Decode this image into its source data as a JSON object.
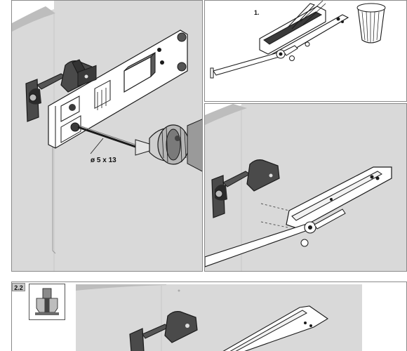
{
  "panels": {
    "drill": {
      "dimension_label": "ø 5 x 13"
    },
    "connect": {
      "step_label": "1."
    },
    "bottom": {
      "step_number": "2.2"
    }
  },
  "colors": {
    "wall": "#d9d9d9",
    "wall_shade": "#bdbdbd",
    "metal_dark": "#4a4a4a",
    "outline": "#1a1a1a",
    "border": "#8a8a8a"
  },
  "icons": [
    "drill-icon",
    "hinge-icon",
    "waste-bin-icon",
    "template-icon",
    "door-closer-arm-icon"
  ]
}
